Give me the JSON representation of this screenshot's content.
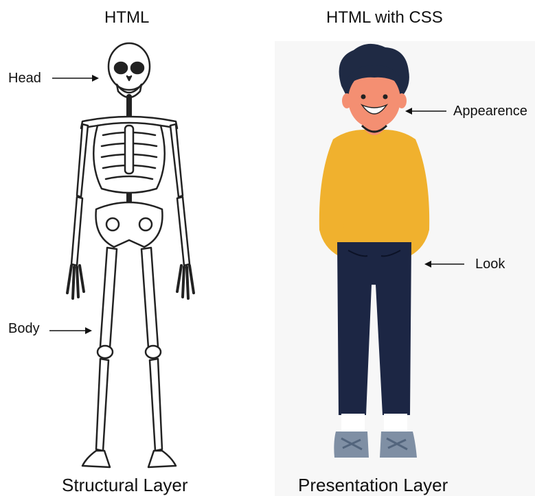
{
  "left_panel": {
    "title": "HTML",
    "caption": "Structural Layer",
    "labels": {
      "head": "Head",
      "body": "Body"
    }
  },
  "right_panel": {
    "title": "HTML with CSS",
    "caption": "Presentation Layer",
    "labels": {
      "appearance": "Appearence",
      "look": "Look"
    }
  },
  "colors": {
    "sweater": "#f0b12e",
    "pants": "#1c2644",
    "skin": "#f48f72",
    "hair": "#1f2a44",
    "shoes": "#7f8fa4",
    "bone_stroke": "#222222",
    "bone_fill": "#ffffff"
  },
  "figures": {
    "skeleton": "skeleton-illustration",
    "person": "person-illustration"
  }
}
